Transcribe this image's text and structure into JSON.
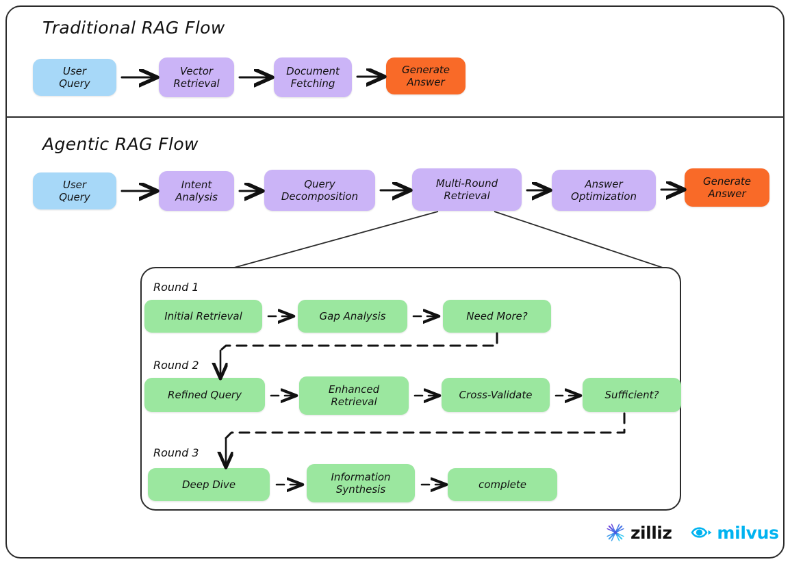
{
  "sections": [
    {
      "title": "Traditional RAG Flow",
      "nodes": [
        {
          "label": "User\nQuery",
          "kind": "blue"
        },
        {
          "label": "Vector\nRetrieval",
          "kind": "purple"
        },
        {
          "label": "Document\nFetching",
          "kind": "purple"
        },
        {
          "label": "Generate\nAnswer",
          "kind": "orange"
        }
      ]
    },
    {
      "title": "Agentic RAG Flow",
      "nodes": [
        {
          "label": "User\nQuery",
          "kind": "blue"
        },
        {
          "label": "Intent\nAnalysis",
          "kind": "purple"
        },
        {
          "label": "Query\nDecomposition",
          "kind": "purple"
        },
        {
          "label": "Multi-Round\nRetrieval",
          "kind": "purple"
        },
        {
          "label": "Answer\nOptimization",
          "kind": "purple"
        },
        {
          "label": "Generate\nAnswer",
          "kind": "orange"
        }
      ]
    }
  ],
  "detail_panel": {
    "rounds": [
      {
        "label": "Round 1",
        "nodes": [
          {
            "label": "Initial Retrieval"
          },
          {
            "label": "Gap Analysis"
          },
          {
            "label": "Need More?"
          }
        ]
      },
      {
        "label": "Round 2",
        "nodes": [
          {
            "label": "Refined Query"
          },
          {
            "label": "Enhanced\nRetrieval"
          },
          {
            "label": "Cross-Validate"
          },
          {
            "label": "Sufficient?"
          }
        ]
      },
      {
        "label": "Round 3",
        "nodes": [
          {
            "label": "Deep Dive"
          },
          {
            "label": "Information\nSynthesis"
          },
          {
            "label": "complete"
          }
        ]
      }
    ]
  },
  "branding": {
    "zilliz_label": "zilliz",
    "milvus_label": "milvus"
  },
  "colors": {
    "blue": "#a7d8f8",
    "purple": "#cbb4f7",
    "orange": "#f96a28",
    "green": "#9be79f",
    "stroke": "#2b2b2b",
    "milvus_cyan": "#00b3f0"
  }
}
